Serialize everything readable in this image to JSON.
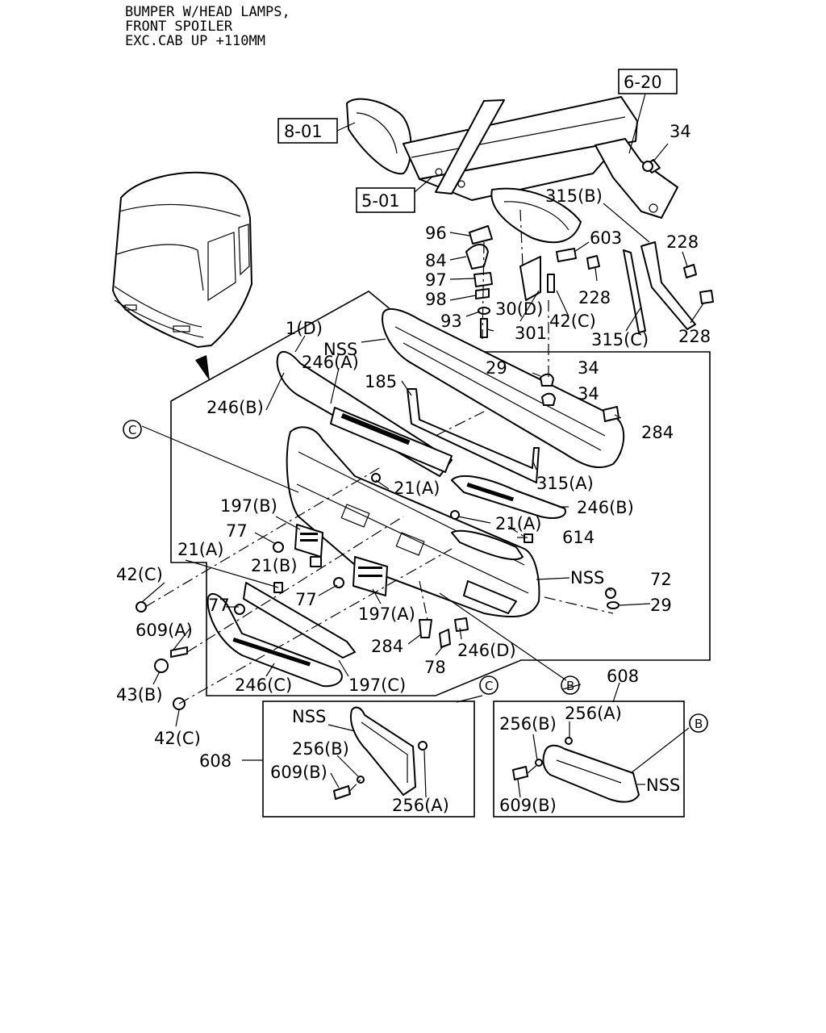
{
  "title": {
    "line1": "BUMPER W/HEAD LAMPS,",
    "line2": "FRONT SPOILER",
    "line3": "EXC.CAB UP +110MM"
  },
  "refs": {
    "r801": "8-01",
    "r501": "5-01",
    "r620": "6-20"
  },
  "circle_labels": {
    "c": "C",
    "b": "B"
  },
  "labels": {
    "l34a": "34",
    "l315b": "315(B)",
    "l96": "96",
    "l603": "603",
    "l228a": "228",
    "l84": "84",
    "l97": "97",
    "l228b": "228",
    "l98": "98",
    "l30d": "30(D)",
    "l42c_top": "42(C)",
    "l93": "93",
    "l301": "301",
    "l315c": "315(C)",
    "l228c": "228",
    "l1d": "1(D)",
    "nss_top": "NSS",
    "l246a": "246(A)",
    "l29a": "29",
    "l34b": "34",
    "l185": "185",
    "l34c": "34",
    "l246b_left": "246(B)",
    "l284a": "284",
    "l315a": "315(A)",
    "l21a_1": "21(A)",
    "l197b": "197(B)",
    "l246b_right": "246(B)",
    "l21a_2": "21(A)",
    "l77a": "77",
    "l614": "614",
    "l21a_3": "21(A)",
    "l21b": "21(B)",
    "l42c_left": "42(C)",
    "nss_mid": "NSS",
    "l72": "72",
    "l77b": "77",
    "l77c": "77",
    "l197a": "197(A)",
    "l29b": "29",
    "l609a": "609(A)",
    "l284b": "284",
    "l246d": "246(D)",
    "l78": "78",
    "l43b": "43(B)",
    "l246c": "246(C)",
    "l197c": "197(C)",
    "l42c_bottom": "42(C)",
    "l608_right": "608",
    "l608_left": "608",
    "nss_box_left": "NSS",
    "l256b_left": "256(B)",
    "l609b_left": "609(B)",
    "l256a_left": "256(A)",
    "l256b_right": "256(B)",
    "l256a_right": "256(A)",
    "nss_box_right": "NSS",
    "l609b_right": "609(B)"
  }
}
